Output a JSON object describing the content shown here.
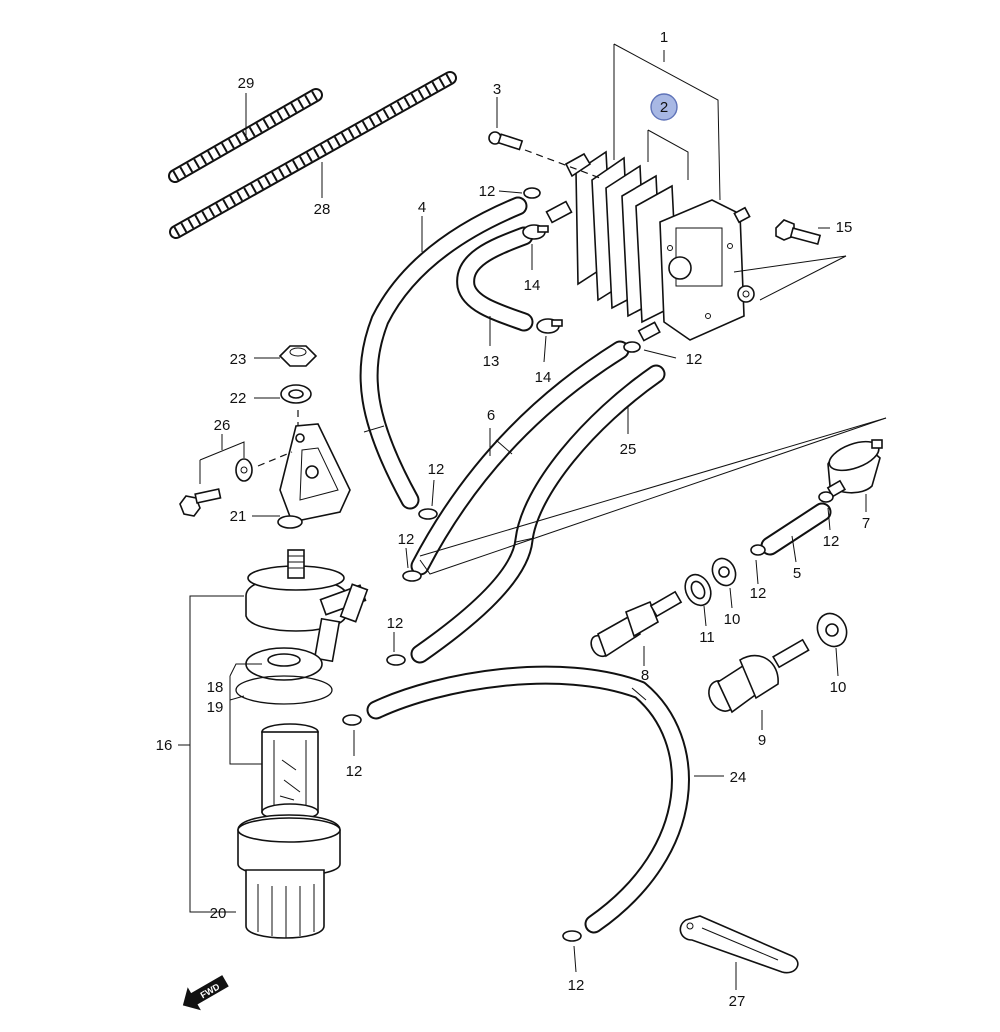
{
  "callouts": {
    "p1": "1",
    "p2": "2",
    "p3": "3",
    "p4": "4",
    "p5": "5",
    "p6": "6",
    "p7": "7",
    "p8": "8",
    "p9": "9",
    "p10": "10",
    "p11": "11",
    "p12": "12",
    "p13": "13",
    "p14": "14",
    "p15": "15",
    "p16": "16",
    "p18": "18",
    "p19": "19",
    "p20": "20",
    "p21": "21",
    "p22": "22",
    "p23": "23",
    "p24": "24",
    "p25": "25",
    "p26": "26",
    "p27": "27",
    "p28": "28",
    "p29": "29"
  },
  "badge": {
    "text": "FWD"
  },
  "highlight": {
    "callout": "2",
    "color": "#a8b8e4"
  }
}
